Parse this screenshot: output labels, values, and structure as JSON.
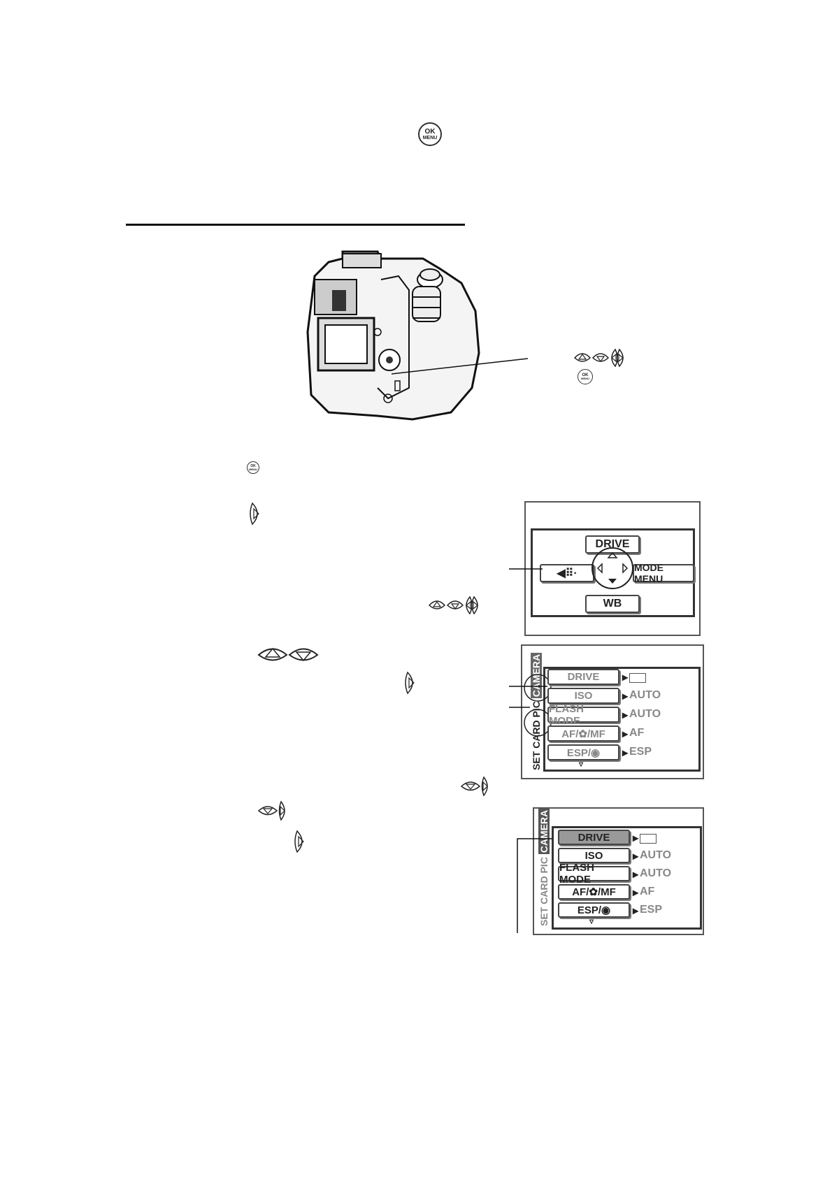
{
  "ok_button": {
    "top": "OK",
    "bottom": "MENU"
  },
  "main_menu": {
    "top": "DRIVE",
    "right": "MODE MENU",
    "bottom": "WB"
  },
  "mode_menu_1": {
    "tabs": [
      "SET",
      "CARD",
      "PIC",
      "CAMERA"
    ],
    "items": [
      {
        "label": "DRIVE",
        "value": ""
      },
      {
        "label": "ISO",
        "value": "AUTO"
      },
      {
        "label": "FLASH MODE",
        "value": "AUTO"
      },
      {
        "label": "AF/✿/MF",
        "value": "AF"
      },
      {
        "label": "ESP/◉",
        "value": "ESP"
      }
    ]
  },
  "mode_menu_2": {
    "tabs": [
      "SET",
      "CARD",
      "PIC",
      "CAMERA"
    ],
    "items": [
      {
        "label": "DRIVE",
        "value": ""
      },
      {
        "label": "ISO",
        "value": "AUTO"
      },
      {
        "label": "FLASH MODE",
        "value": "AUTO"
      },
      {
        "label": "AF/✿/MF",
        "value": "AF"
      },
      {
        "label": "ESP/◉",
        "value": "ESP"
      }
    ]
  }
}
